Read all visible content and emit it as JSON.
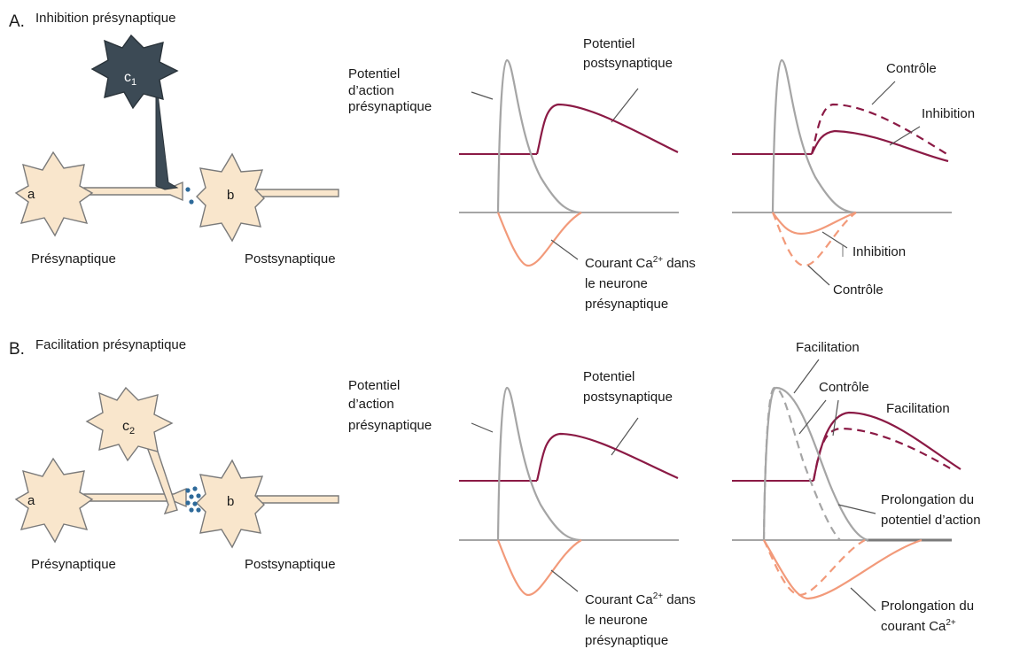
{
  "panelA": {
    "letter": "A.",
    "title": "Inhibition présynaptique",
    "neuron_a": "a",
    "neuron_b": "b",
    "neuron_c": "c",
    "neuron_c_sub": "1",
    "presyn_label": "Présynaptique",
    "postsyn_label": "Postsynaptique",
    "ap_label": [
      "Potentiel",
      "d’action",
      "présynaptique"
    ],
    "psp_label": [
      "Potentiel",
      "postsynaptique"
    ],
    "ca_label_line1": "Courant Ca",
    "ca_label_sup": "2+",
    "ca_label_line1_end": " dans",
    "ca_label_rest": [
      "le neurone",
      "présynaptique"
    ],
    "right_controle_top": "Contrôle",
    "right_inhibition_top": "Inhibition",
    "right_inhibition_bottom": "Inhibition",
    "right_controle_bottom": "Contrôle"
  },
  "panelB": {
    "letter": "B.",
    "title": "Facilitation présynaptique",
    "neuron_a": "a",
    "neuron_b": "b",
    "neuron_c": "c",
    "neuron_c_sub": "2",
    "presyn_label": "Présynaptique",
    "postsyn_label": "Postsynaptique",
    "ap_label": [
      "Potentiel",
      "d’action",
      "présynaptique"
    ],
    "psp_label": [
      "Potentiel",
      "postsynaptique"
    ],
    "ca_label_line1": "Courant Ca",
    "ca_label_sup": "2+",
    "ca_label_line1_end": " dans",
    "ca_label_rest": [
      "le neurone",
      "présynaptique"
    ],
    "right_facilitation_top": "Facilitation",
    "right_controle": "Contrôle",
    "right_facilitation_psp": "Facilitation",
    "right_prolong_ap": [
      "Prolongation du",
      "potentiel d’action"
    ],
    "right_prolong_ca_line1": "Prolongation du",
    "right_prolong_ca_line2": "courant Ca",
    "right_prolong_ca_sup": "2+"
  },
  "colors": {
    "action_potential": "#a5a5a5",
    "postsynaptic": "#8b1a45",
    "calcium": "#f29a7a",
    "neuron_fill": "#f9e6cc",
    "inhibitory_cell": "#3c4a55",
    "vesicle": "#2e6a9a"
  }
}
